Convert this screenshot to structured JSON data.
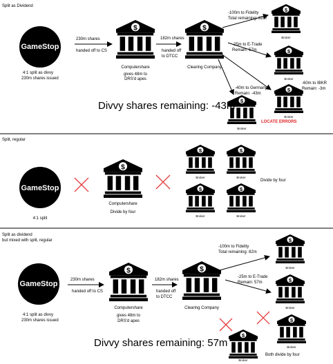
{
  "panel1": {
    "heading": "Split as Dividend",
    "logo_text": "GameStop",
    "caption_line1": "4:1 split as divvy",
    "caption_line2": "230m shares issued",
    "arrow1_top": "230m shares",
    "arrow1_bottom": "handed off to CS",
    "cs_label": "Computershare",
    "cs_sub1": "gives 48m to",
    "cs_sub2": "DRS'd apes",
    "arrow2_top": "182m shares",
    "arrow2_bottom1": "handed off",
    "arrow2_bottom2": "to DTCC",
    "cc_label": "Clearing Company",
    "b1_line1": "-100m to Fidelity",
    "b1_line2": "Total remaining: 82m",
    "b2_line1": "-25m to E-Trade",
    "b2_line2": "Remain: 57m",
    "b3_line1": "-60m to IBKR",
    "b3_line2": "Remain: -3m",
    "b4_line1": "-40m to Germany",
    "b4_line2": "Remain: -43m",
    "broker_label": "Broker",
    "locate_errors": "LOCATE ERRORS",
    "big_text": "Divvy shares remaining: -43m"
  },
  "panel2": {
    "heading": "Split, regular",
    "logo_text": "GameStop",
    "caption": "4:1 split",
    "cs_label": "Computershare",
    "cs_sub": "Divide by four",
    "broker_label": "Broker",
    "divide_text": "Divide by four"
  },
  "panel3": {
    "heading_line1": "Split as dividend",
    "heading_line2": "but mixed with split, regular",
    "logo_text": "GameStop",
    "caption_line1": "4:1 split as divvy",
    "caption_line2": "230m shares issued",
    "arrow1_top": "230m shares",
    "arrow1_bottom": "handed off to CS",
    "cs_label": "Computershare",
    "cs_sub1": "gives 48m to",
    "cs_sub2": "DRS'd apes",
    "arrow2_top": "182m shares",
    "arrow2_bottom1": "handed off",
    "arrow2_bottom2": "to DTCC",
    "cc_label": "Clearing Company",
    "b1_line1": "-100m to Fidelity",
    "b1_line2": "Total remaining: 82m",
    "b2_line1": "-25m to E-Trade",
    "b2_line2": "Remain: 57m",
    "broker_label": "Broker",
    "both_divide": "Both divide by four",
    "big_text": "Divvy shares remaining: 57m"
  },
  "colors": {
    "logo_red": "#e60012",
    "cross_red": "#e63c3c",
    "locate_red": "#e02020"
  }
}
